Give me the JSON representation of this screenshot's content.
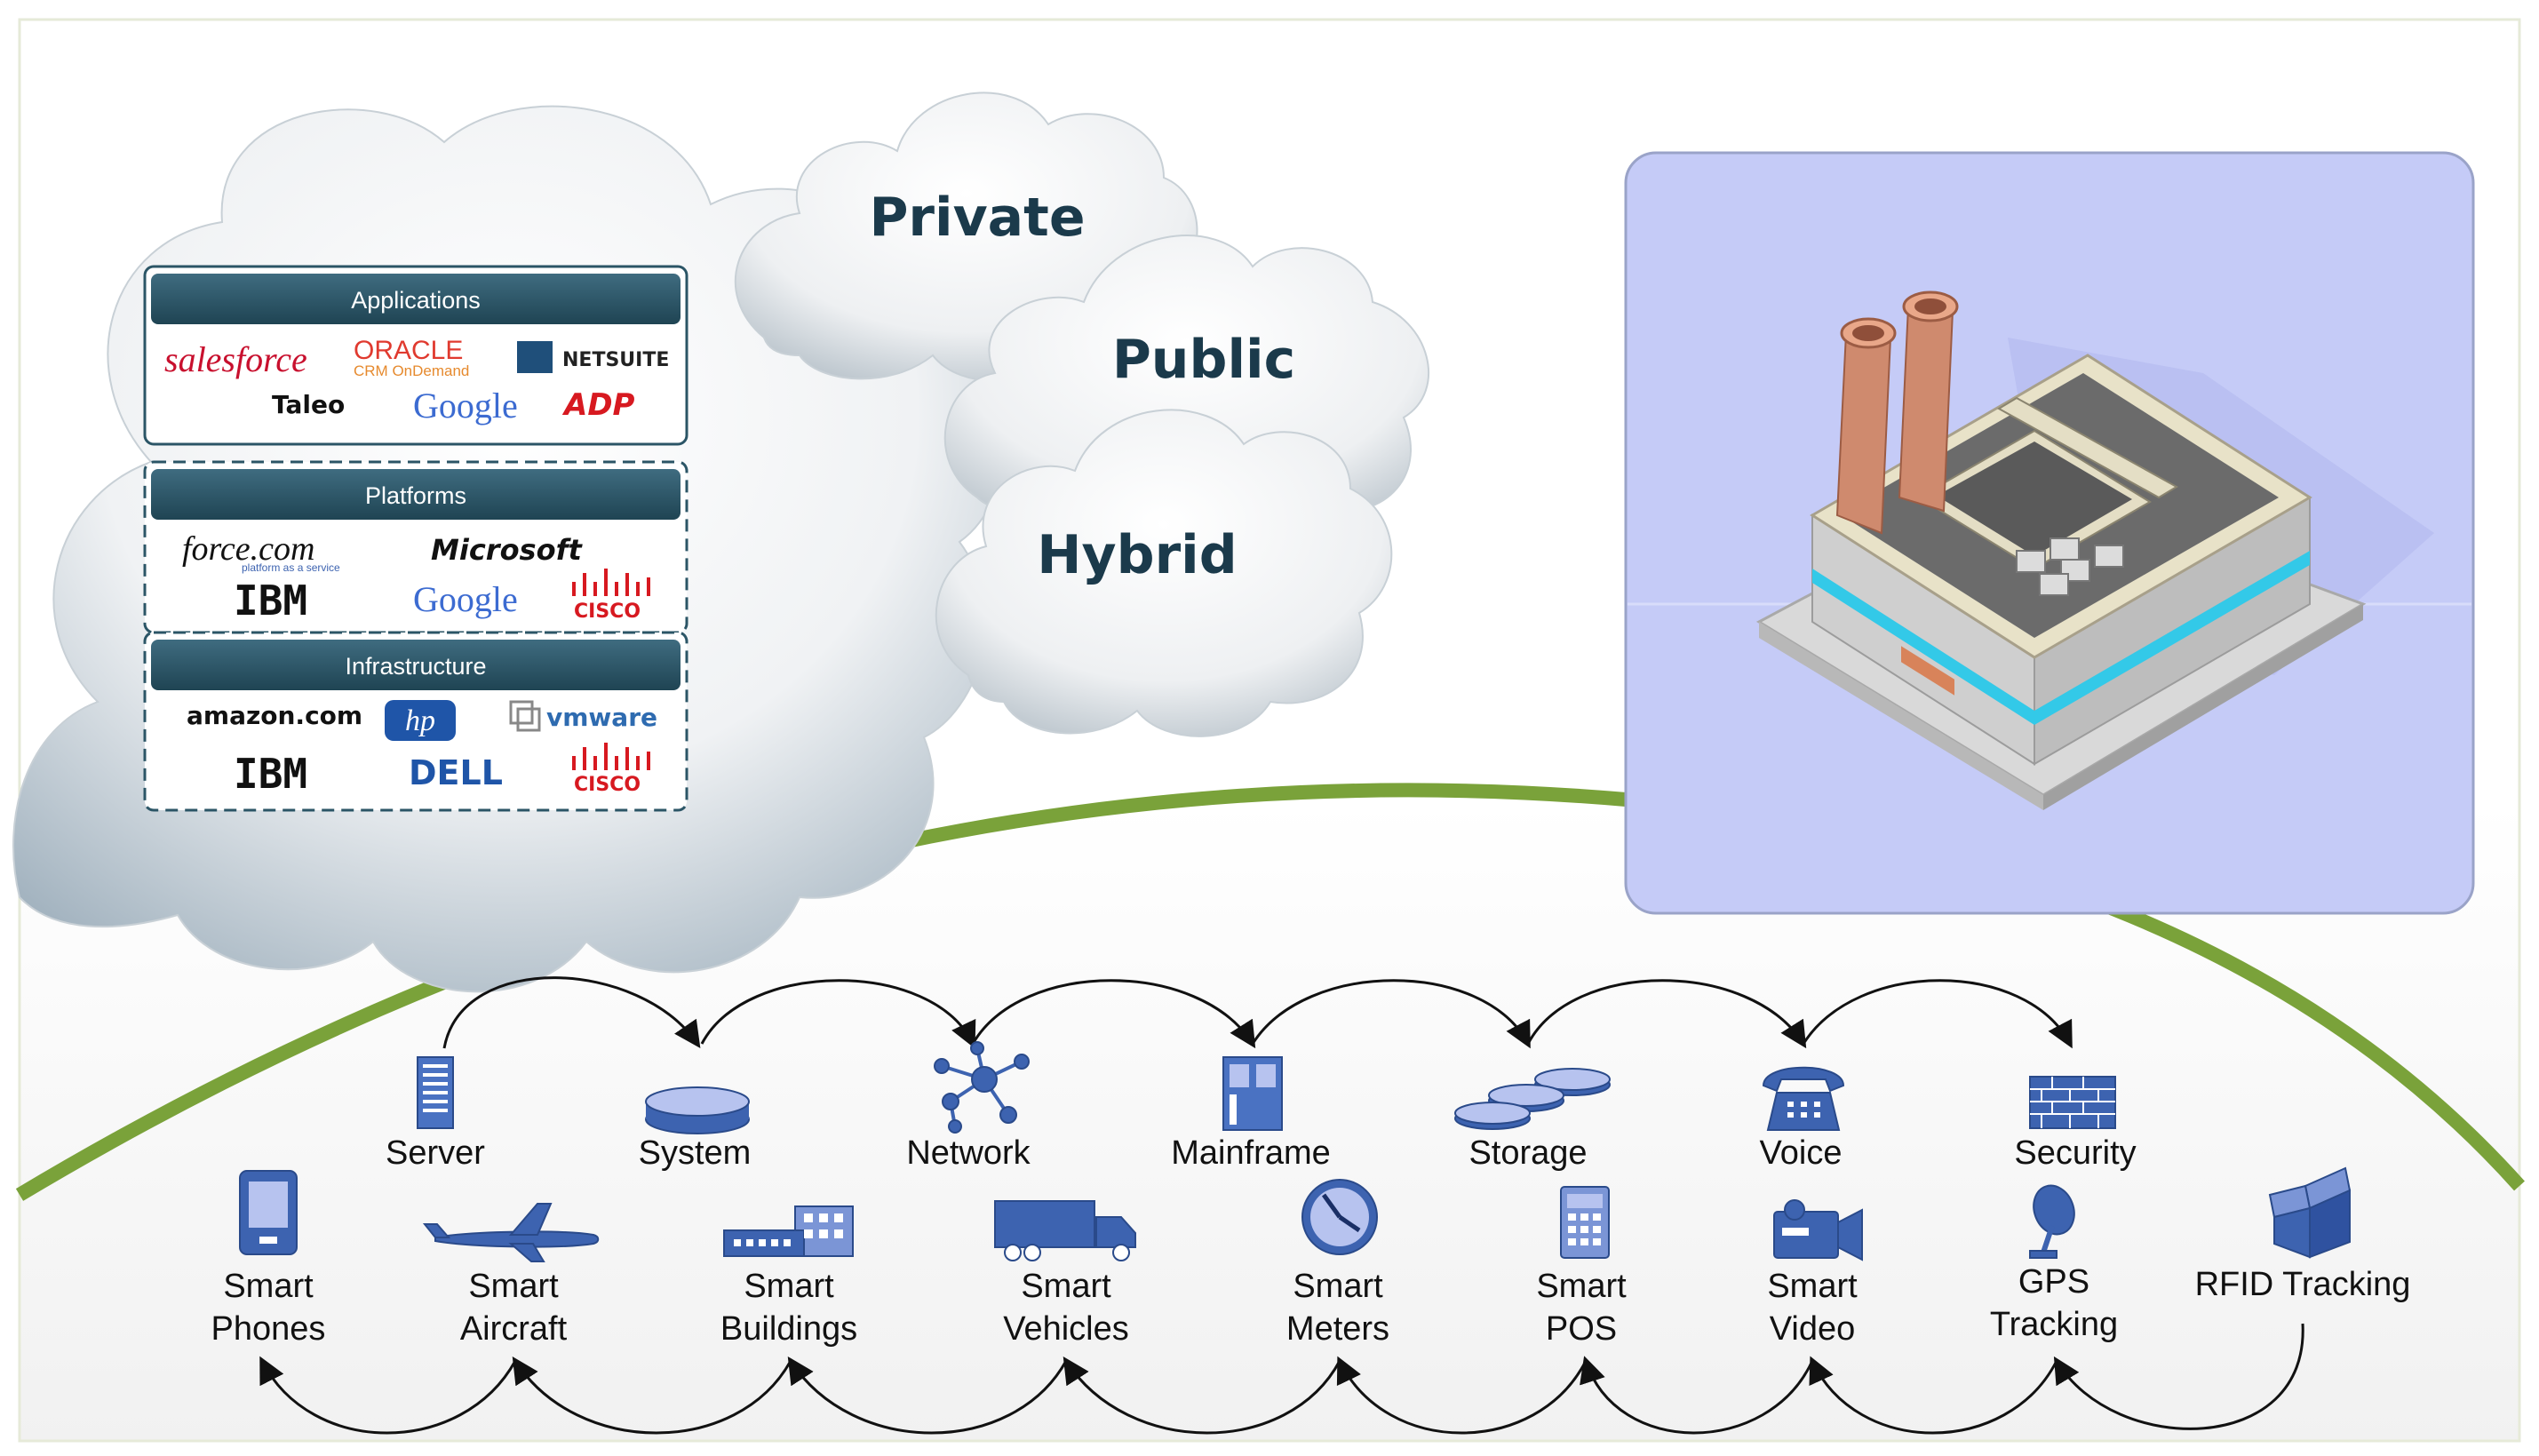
{
  "clouds": {
    "private": "Private",
    "public": "Public",
    "hybrid": "Hybrid"
  },
  "stack": {
    "applications": {
      "title": "Applications",
      "logos": [
        "salesforce",
        "ORACLE",
        "CRM OnDemand",
        "NETSUITE",
        "Taleo",
        "Google",
        "ADP"
      ]
    },
    "platforms": {
      "title": "Platforms",
      "logos": [
        "force.com",
        "platform as a service",
        "Microsoft",
        "IBM",
        "Google",
        "CISCO"
      ]
    },
    "infrastructure": {
      "title": "Infrastructure",
      "logos": [
        "amazon.com",
        "hp",
        "vmware",
        "IBM",
        "DELL",
        "CISCO"
      ]
    }
  },
  "top_row": [
    {
      "label": "Server",
      "icon": "server-icon"
    },
    {
      "label": "System",
      "icon": "disk-icon"
    },
    {
      "label": "Network",
      "icon": "network-icon"
    },
    {
      "label": "Mainframe",
      "icon": "mainframe-icon"
    },
    {
      "label": "Storage",
      "icon": "storage-icon"
    },
    {
      "label": "Voice",
      "icon": "telephone-icon"
    },
    {
      "label": "Security",
      "icon": "firewall-icon"
    }
  ],
  "bottom_row": [
    {
      "line1": "Smart",
      "line2": "Phones",
      "icon": "smartphone-icon"
    },
    {
      "line1": "Smart",
      "line2": "Aircraft",
      "icon": "airplane-icon"
    },
    {
      "line1": "Smart",
      "line2": "Buildings",
      "icon": "building-icon"
    },
    {
      "line1": "Smart",
      "line2": "Vehicles",
      "icon": "truck-icon"
    },
    {
      "line1": "Smart",
      "line2": "Meters",
      "icon": "meter-icon"
    },
    {
      "line1": "Smart",
      "line2": "POS",
      "icon": "calculator-icon"
    },
    {
      "line1": "Smart",
      "line2": "Video",
      "icon": "video-camera-icon"
    },
    {
      "line1": "GPS",
      "line2": "Tracking",
      "icon": "satellite-dish-icon"
    },
    {
      "line1": "RFID Tracking",
      "line2": "",
      "icon": "box-icon"
    }
  ],
  "colors": {
    "icon_blue": "#3d63b0",
    "header_teal": "#2b5566",
    "cloud_text": "#1b3a4b",
    "arc_green": "#7aa23a",
    "factory_bg": "#c5cbf7"
  }
}
